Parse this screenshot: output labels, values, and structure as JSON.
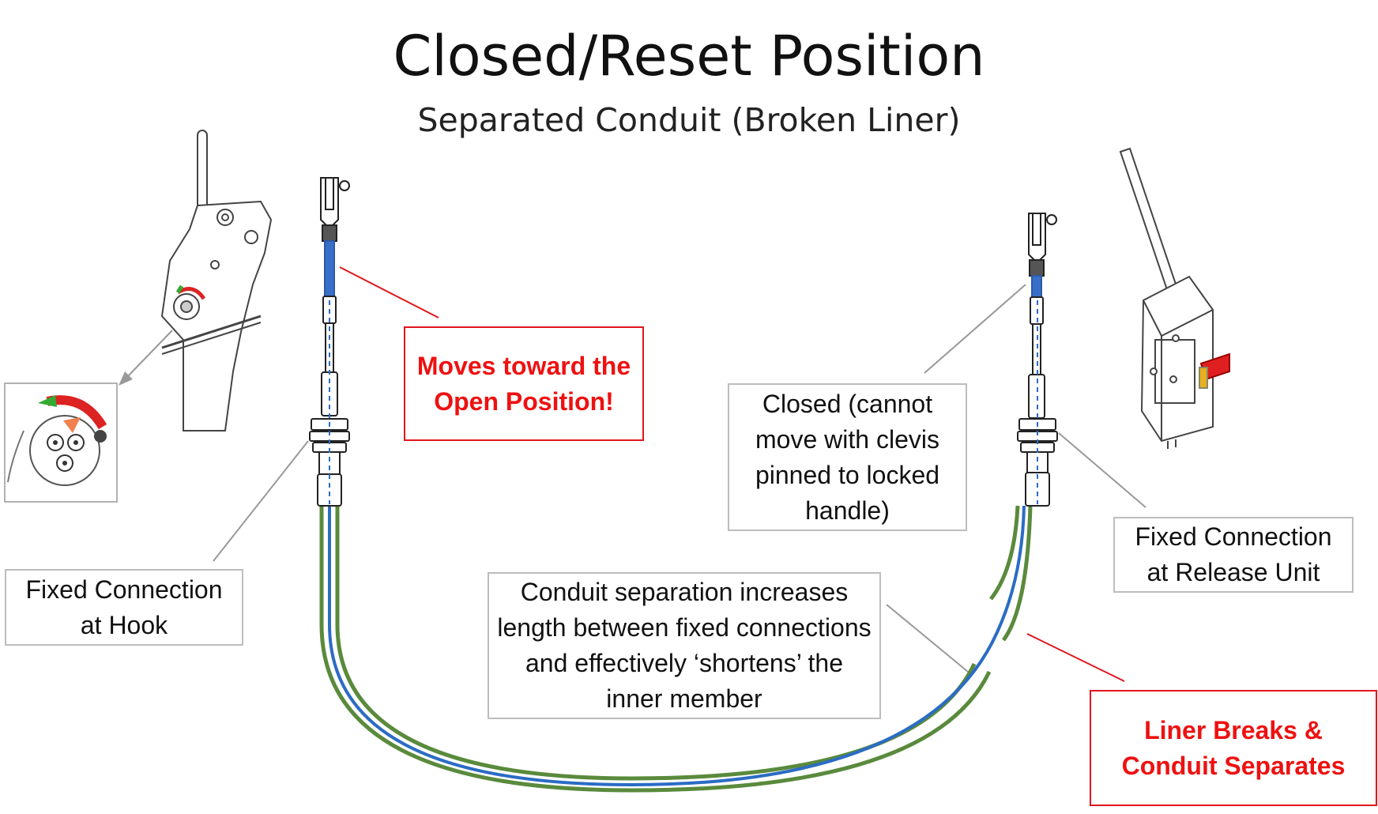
{
  "title": "Closed/Reset Position",
  "subtitle": "Separated Conduit (Broken Liner)",
  "labels": {
    "moves_toward": "Moves toward the Open Position!",
    "closed_note": "Closed (cannot move with clevis pinned to locked handle)",
    "fixed_hook": "Fixed Connection at Hook",
    "fixed_release": "Fixed Connection at Release Unit",
    "conduit_separation": "Conduit separation increases length between fixed connections and effectively ‘shortens’ the inner member",
    "liner_breaks": "Liner Breaks & Conduit Separates"
  },
  "colors": {
    "callout_red": "#ee1111",
    "conduit_green": "#5a8a3c",
    "inner_blue": "#2b6cc4",
    "box_border": "#bdbdbd"
  },
  "icons": [
    "hook-release-mechanism",
    "hook-detail-inset",
    "cable-end-clevis",
    "release-unit-handle"
  ]
}
